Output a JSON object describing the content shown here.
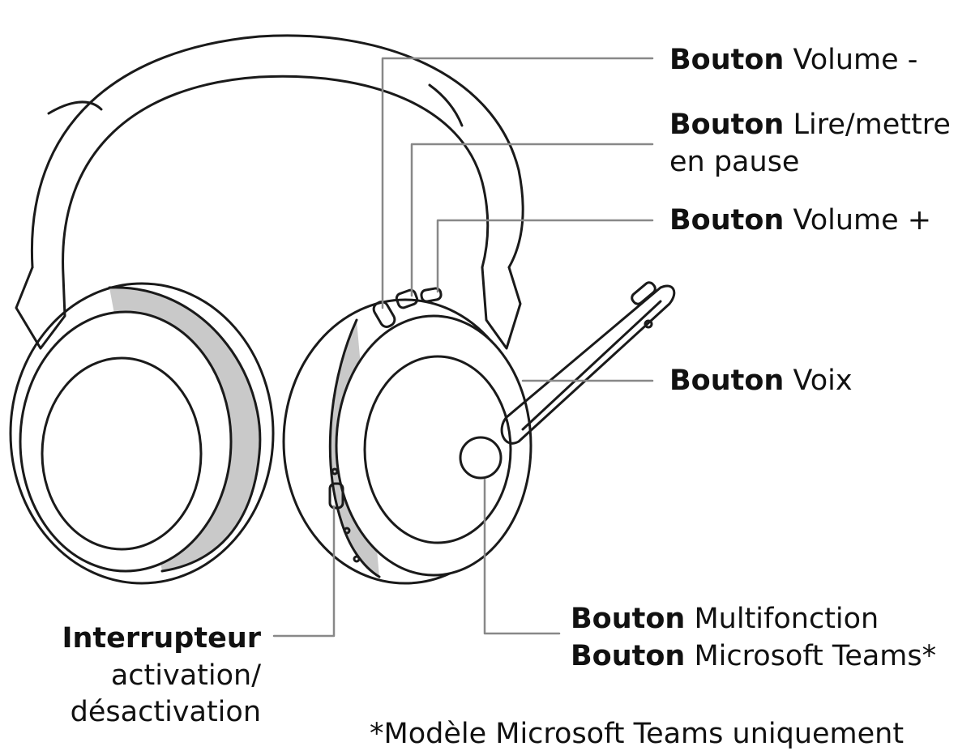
{
  "labels": {
    "vol_minus": {
      "bold": "Bouton",
      "text": "Volume -"
    },
    "play_pause": {
      "bold": "Bouton",
      "text": "Lire/mettre",
      "text2": "en pause"
    },
    "vol_plus": {
      "bold": "Bouton",
      "text": "Volume +"
    },
    "voice": {
      "bold": "Bouton",
      "text": "Voix"
    },
    "multifunction": {
      "bold": "Bouton",
      "text": "Multifonction"
    },
    "teams": {
      "bold": "Bouton",
      "text": "Microsoft Teams*"
    },
    "power": {
      "bold": "Interrupteur",
      "text": "activation/",
      "text2": "désactivation"
    },
    "footnote": "*Modèle Microsoft Teams uniquement"
  },
  "colors": {
    "ink": "#1a1a1a",
    "cushion_band": "#c9c9c9"
  }
}
